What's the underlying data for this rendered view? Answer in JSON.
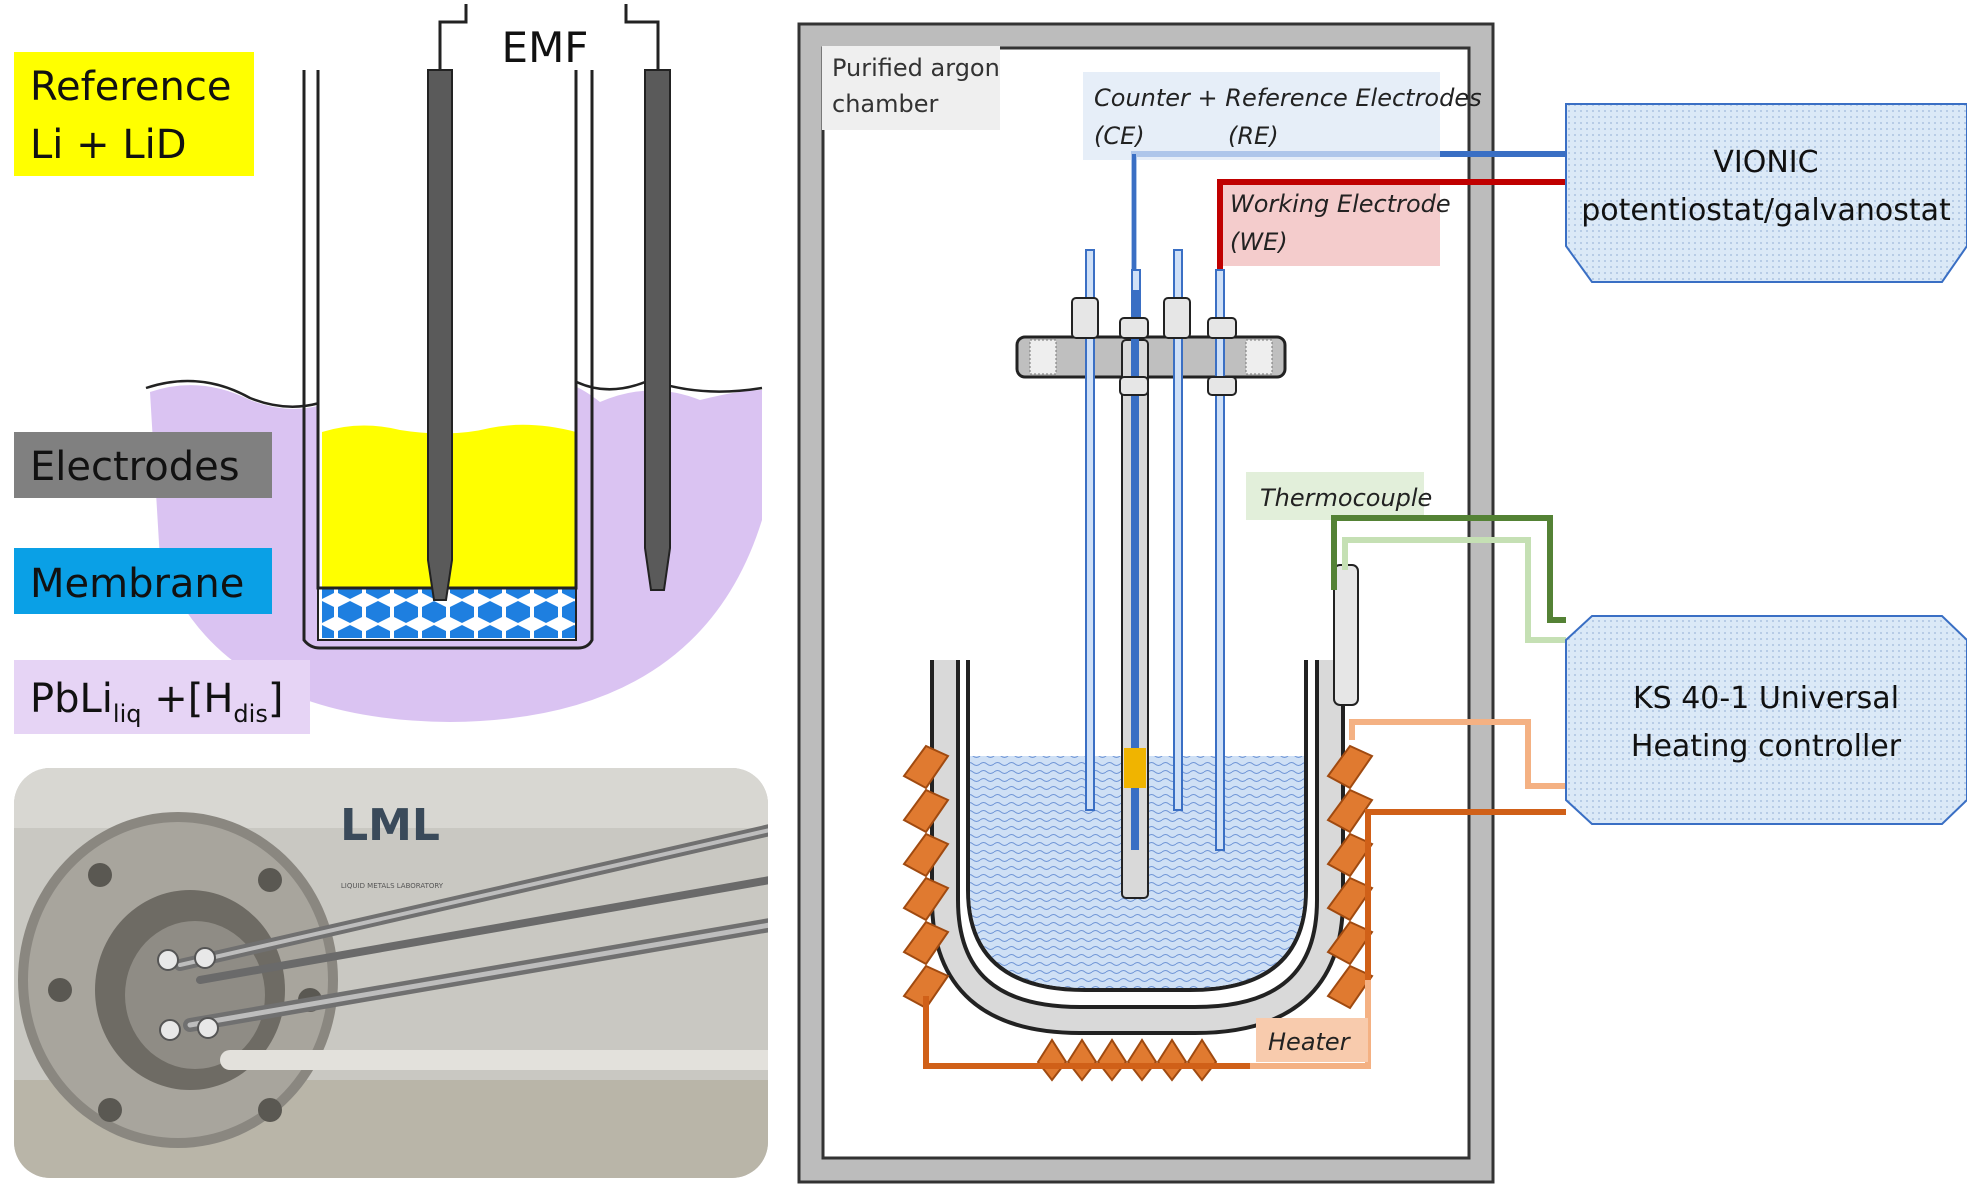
{
  "left_schematic": {
    "emf_label": "EMF",
    "legend": {
      "reference_line1": "Reference",
      "reference_line2": "Li + LiD",
      "electrodes": "Electrodes",
      "membrane": "Membrane",
      "pbli_main": "PbLi",
      "pbli_sub": "liq",
      "pbli_plus": " +[H",
      "pbli_sub2": "dis",
      "pbli_close": "]"
    },
    "colors": {
      "reference": "#ffff00",
      "electrodes": "#808080",
      "membrane": "#0aa0e6",
      "pbli": "#d8b8f0"
    }
  },
  "photo": {
    "logo_text": "LML",
    "logo_subtext": "LIQUID METALS LABORATORY"
  },
  "right_schematic": {
    "chamber_label_line1": "Purified argon",
    "chamber_label_line2": "chamber",
    "ce_re_title": "Counter + Reference Electrodes",
    "ce_label": "(CE)",
    "re_label": "(RE)",
    "we_title": "Working Electrode",
    "we_label": "(WE)",
    "thermocouple_label": "Thermocouple",
    "heater_label": "Heater",
    "potentiostat_line1": "VIONIC",
    "potentiostat_line2": "potentiostat/galvanostat",
    "heating_line1": "KS 40-1 Universal",
    "heating_line2": "Heating controller",
    "colors": {
      "ce_re_wire": "#3a6fc4",
      "we_wire": "#c00000",
      "thermocouple_dark": "#548235",
      "thermocouple_light": "#c5e0b4",
      "heater_dark": "#d06018",
      "heater_light": "#f4b183",
      "instrument_fill": "#dbe9f7"
    }
  }
}
